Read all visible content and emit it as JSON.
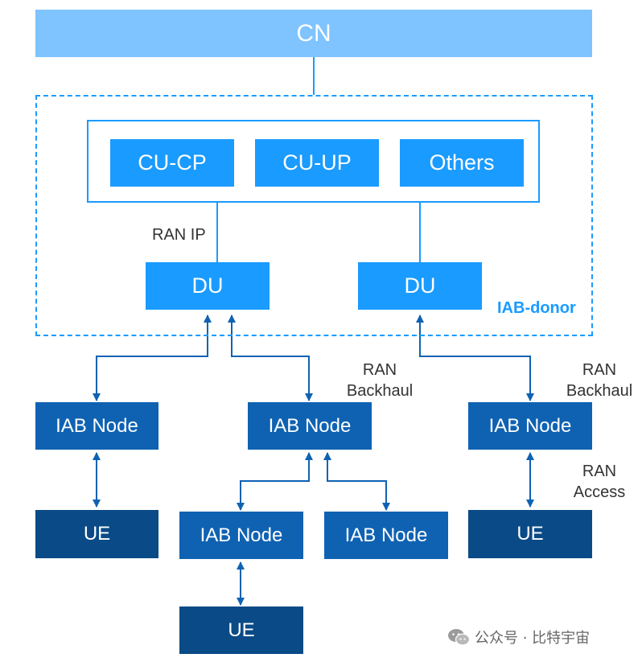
{
  "nodes": {
    "cn": "CN",
    "cu_cp": "CU-CP",
    "cu_up": "CU-UP",
    "others": "Others",
    "du_left": "DU",
    "du_right": "DU",
    "iab_node": "IAB Node",
    "ue": "UE"
  },
  "labels": {
    "ran_ip": "RAN IP",
    "iab_donor": "IAB-donor",
    "ran_backhaul_1": [
      "RAN",
      "Backhaul"
    ],
    "ran_backhaul_2": [
      "RAN",
      "Backhaul"
    ],
    "ran_access": [
      "RAN",
      "Access"
    ]
  },
  "watermark": {
    "text": "公众号 · 比特宇宙",
    "icon": "wechat-icon"
  },
  "colors": {
    "cn": "#7fc3ff",
    "donor_blue": "#1a9bff",
    "iab_node": "#0f62b2",
    "ue": "#0a4a86",
    "link": "#0f62b2"
  }
}
